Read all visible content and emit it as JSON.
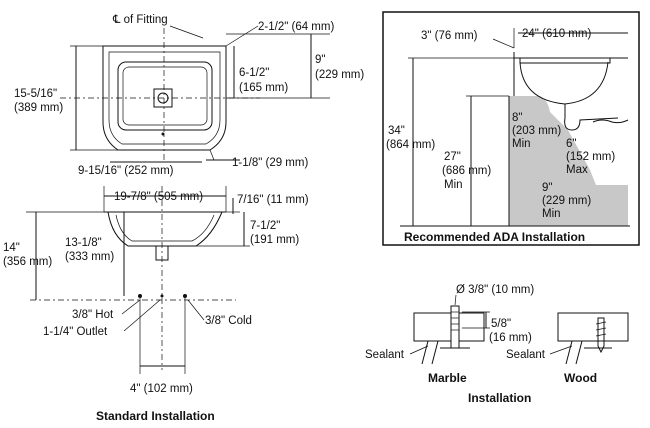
{
  "top_view": {
    "fitting_label": "℄ of Fitting",
    "dim_2_1_2": "2-1/2\" (64 mm)",
    "dim_9": "9\"",
    "dim_9_mm": "(229 mm)",
    "dim_6_1_2": "6-1/2\"",
    "dim_6_1_2_mm": "(165 mm)",
    "dim_15_5_16": "15-5/16\"",
    "dim_15_5_16_mm": "(389 mm)",
    "dim_9_15_16": "9-15/16\" (252 mm)",
    "dim_1_1_8": "1-1/8\" (29 mm)"
  },
  "side_view": {
    "dim_19_7_8": "19-7/8\" (505 mm)",
    "dim_7_16": "7/16\" (11 mm)",
    "dim_7_1_2": "7-1/2\"",
    "dim_7_1_2_mm": "(191 mm)",
    "dim_13_1_8": "13-1/8\"",
    "dim_13_1_8_mm": "(333 mm)",
    "dim_14": "14\"",
    "dim_14_mm": "(356 mm)",
    "hot": "3/8\" Hot",
    "cold": "3/8\" Cold",
    "outlet": "1-1/4\" Outlet",
    "dim_4": "4\" (102 mm)",
    "caption": "Standard Installation"
  },
  "ada": {
    "dim_3": "3\" (76 mm)",
    "dim_24": "24\" (610 mm)",
    "dim_34": "34\"",
    "dim_34_mm": "(864 mm)",
    "dim_27": "27\"",
    "dim_27_mm": "(686 mm)",
    "dim_27_min": "Min",
    "dim_8": "8\"",
    "dim_8_mm": "(203 mm)",
    "dim_8_min": "Min",
    "dim_6": "6\"",
    "dim_6_mm": "(152 mm)",
    "dim_6_max": "Max",
    "dim_9": "9\"",
    "dim_9_mm": "(229 mm)",
    "dim_9_min": "Min",
    "caption": "Recommended ADA Installation"
  },
  "install": {
    "dia": "Ø 3/8\" (10 mm)",
    "dim_5_8": "5/8\"",
    "dim_5_8_mm": "(16 mm)",
    "sealant_1": "Sealant",
    "sealant_2": "Sealant",
    "marble": "Marble",
    "wood": "Wood",
    "caption": "Installation"
  }
}
